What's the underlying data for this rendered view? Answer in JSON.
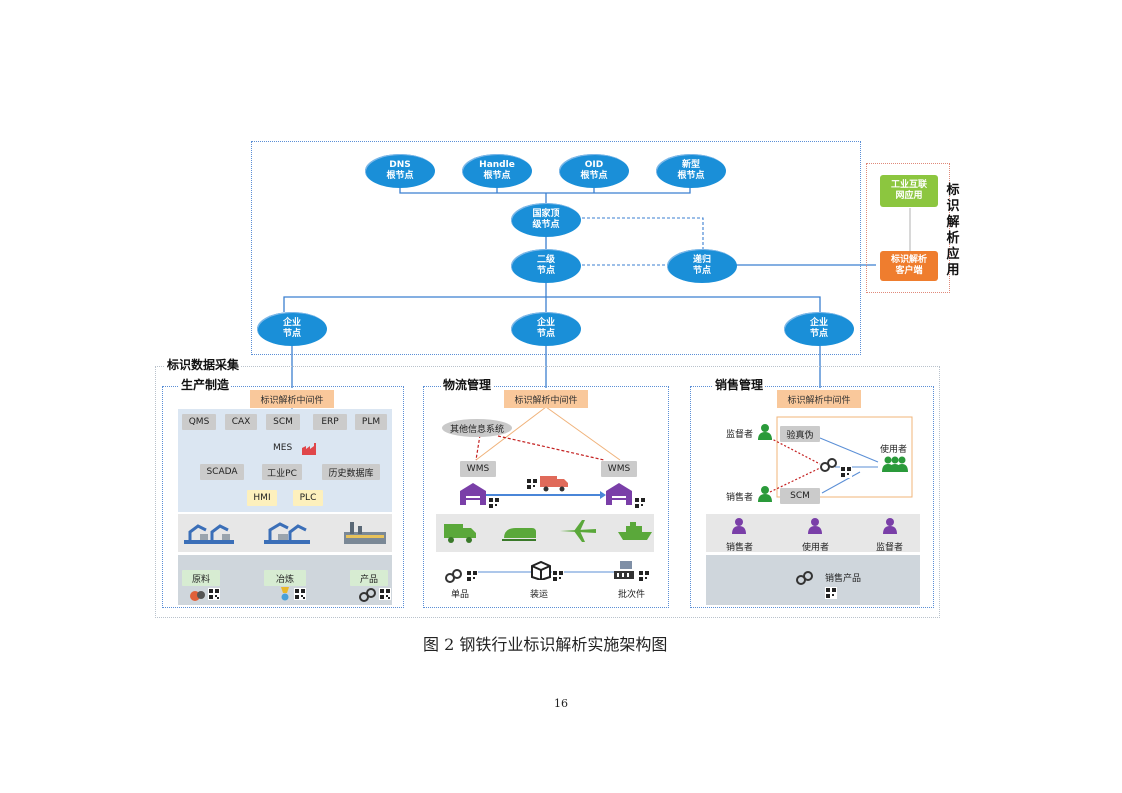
{
  "top": {
    "root_nodes": [
      {
        "line1": "DNS",
        "line2": "根节点"
      },
      {
        "line1": "Handle",
        "line2": "根节点"
      },
      {
        "line1": "OID",
        "line2": "根节点"
      },
      {
        "line1": "新型",
        "line2": "根节点"
      }
    ],
    "national_node": {
      "line1": "国家顶",
      "line2": "级节点"
    },
    "secondary_node": {
      "line1": "二级",
      "line2": "节点"
    },
    "recursive_node": {
      "line1": "递归",
      "line2": "节点"
    },
    "enterprise_nodes": [
      {
        "line1": "企业",
        "line2": "节点"
      },
      {
        "line1": "企业",
        "line2": "节点"
      },
      {
        "line1": "企业",
        "line2": "节点"
      }
    ]
  },
  "application": {
    "title_chars": [
      "标",
      "识",
      "解",
      "析",
      "应",
      "用"
    ],
    "internet_app": {
      "line1": "工业互联",
      "line2": "网应用"
    },
    "client": {
      "line1": "标识解析",
      "line2": "客户端"
    },
    "colors": {
      "internet_app": "#8cc63f",
      "client": "#ef7d2e",
      "node": "#1a8fd8"
    }
  },
  "collection_title": "标识数据采集",
  "middleware_label": "标识解析中间件",
  "production": {
    "title": "生产制造",
    "row1": [
      "QMS",
      "CAX",
      "SCM",
      "ERP",
      "PLM"
    ],
    "mes": "MES",
    "row2": [
      "SCADA",
      "工业PC",
      "历史数据库"
    ],
    "row3": [
      "HMI",
      "PLC"
    ],
    "materials": [
      "原料",
      "冶炼",
      "产品"
    ]
  },
  "logistics": {
    "title": "物流管理",
    "other_system": "其他信息系统",
    "wms_left": "WMS",
    "wms_right": "WMS",
    "bottom": [
      "单品",
      "装运",
      "批次件"
    ]
  },
  "sales": {
    "title": "销售管理",
    "supervisor": "监督者",
    "verify": "验真伪",
    "user": "使用者",
    "seller": "销售者",
    "scm": "SCM",
    "people": [
      "销售者",
      "使用者",
      "监督者"
    ],
    "product": "销售产品"
  },
  "caption": "图 2 钢铁行业标识解析实施架构图",
  "page_number": "16"
}
